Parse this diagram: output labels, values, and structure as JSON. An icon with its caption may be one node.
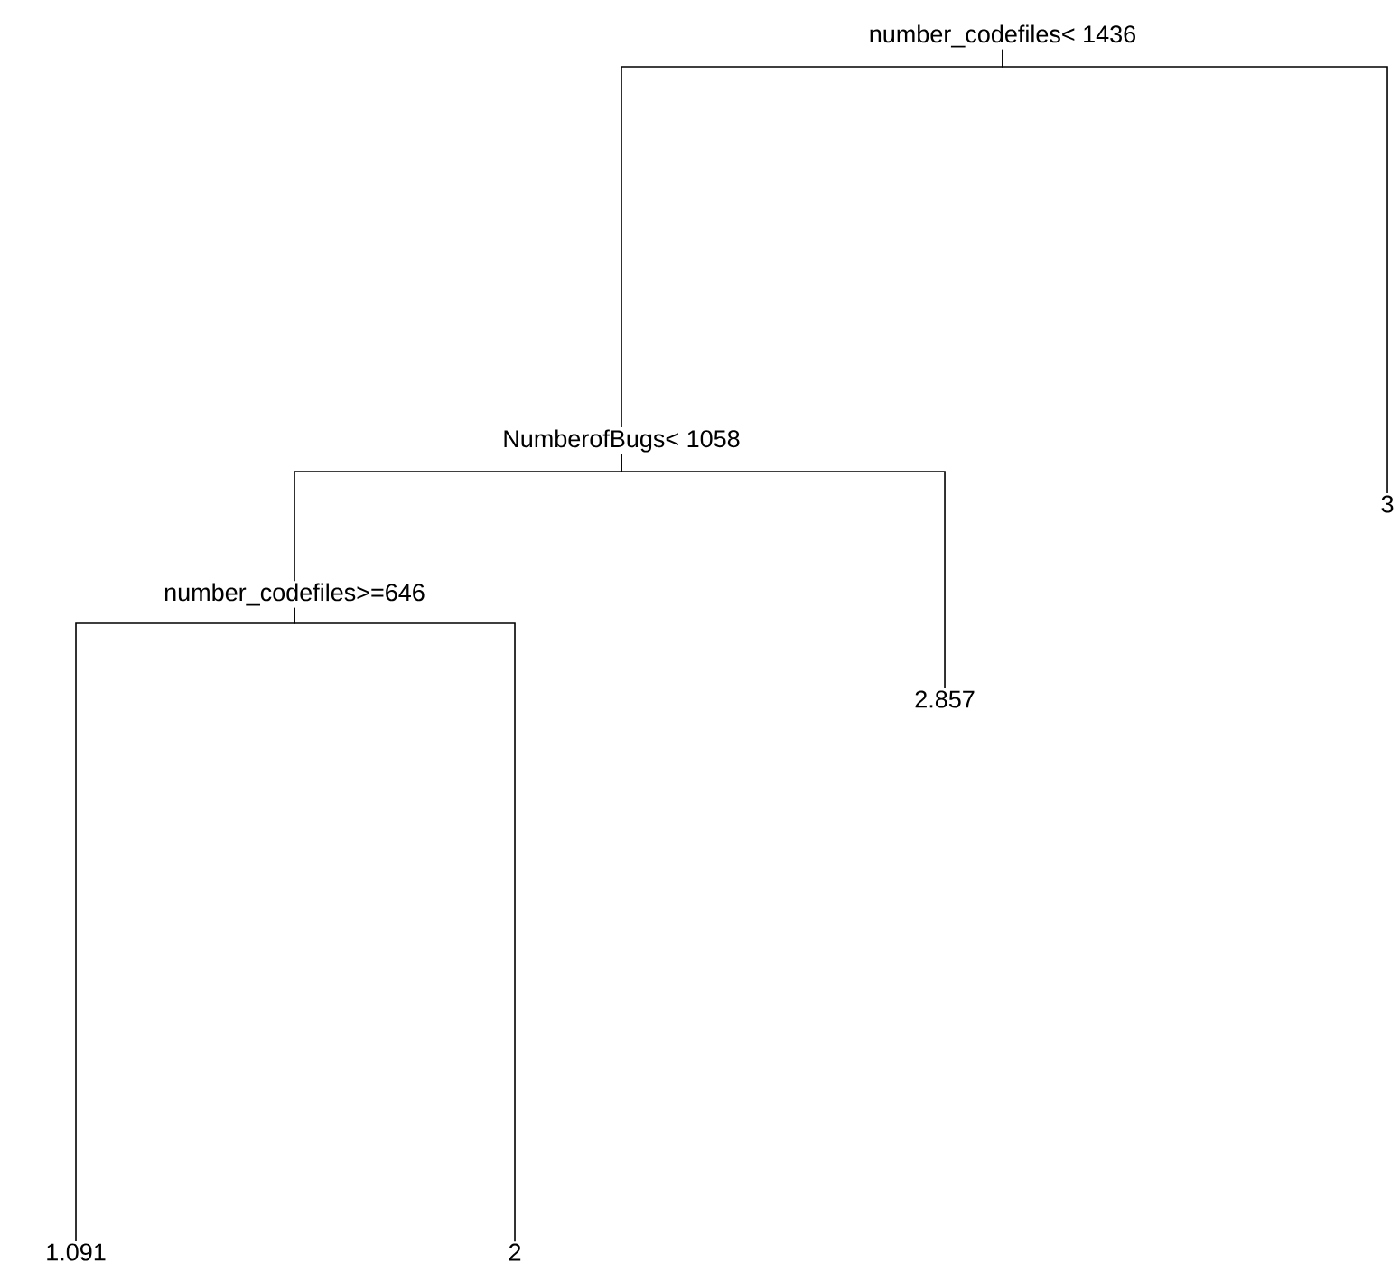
{
  "diagram": {
    "nodes": [
      {
        "text": [
          "number_codefiles< 1436"
        ]
      },
      {
        "text": [
          "NumberofBugs< 1058"
        ]
      },
      {
        "text": [
          "3"
        ]
      },
      {
        "text": [
          "number_codefiles>=646"
        ]
      },
      {
        "text": [
          "2.857"
        ]
      },
      {
        "text": [
          "1.091"
        ]
      },
      {
        "text": [
          "2"
        ]
      }
    ],
    "edges": [
      {
        "from": 0,
        "to": 1,
        "arrow": "none"
      },
      {
        "from": 0,
        "to": 2,
        "arrow": "none"
      },
      {
        "from": 1,
        "to": 3,
        "arrow": "none"
      },
      {
        "from": 1,
        "to": 4,
        "arrow": "none"
      },
      {
        "from": 3,
        "to": 5,
        "arrow": "none"
      },
      {
        "from": 3,
        "to": 6,
        "arrow": "none"
      }
    ]
  }
}
